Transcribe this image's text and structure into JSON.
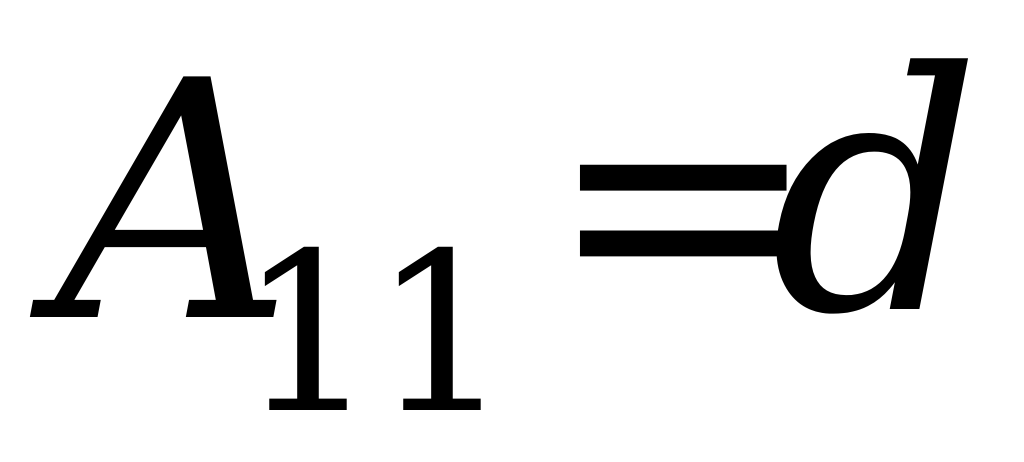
{
  "equation": {
    "lhs_variable": "A",
    "lhs_subscript": "11",
    "operator": "=",
    "rhs_variable": "d"
  }
}
